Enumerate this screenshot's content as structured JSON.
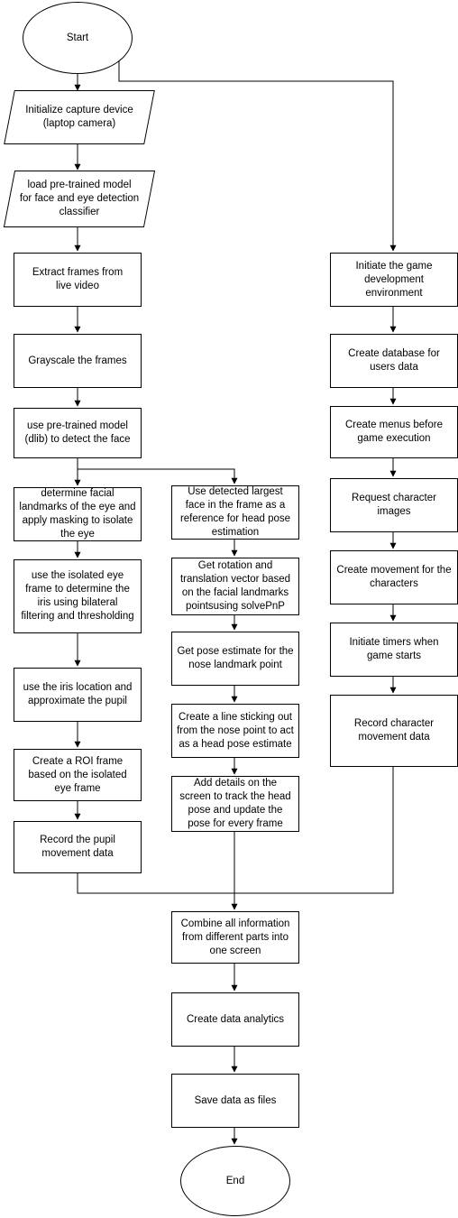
{
  "nodes": {
    "start": "Start",
    "init_capture": "Initialize capture device\n(laptop camera)",
    "load_model": "load pre-trained model\nfor face and eye detection\nclassifier",
    "extract_frames": "Extract frames from\nlive video",
    "grayscale": "Grayscale the frames",
    "detect_face": "use pre-trained model\n(dlib) to detect the face",
    "facial_landmarks": "determine facial\nlandmarks of the eye and\napply masking to isolate\nthe eye",
    "iris": "use the isolated eye\nframe to determine the\niris using bilateral\nfiltering and thresholding",
    "pupil": "use the iris location and\napproximate the pupil",
    "roi": "Create a ROI frame\nbased on the isolated\neye frame",
    "record_pupil": "Record the pupil\nmovement data",
    "largest_face": "Use detected largest\nface in the frame as a\nreference for head pose\nestimation",
    "rotation": "Get rotation and\ntranslation vector based\non the facial landmarks\npointsusing solvePnP",
    "pose_nose": "Get pose estimate for the\nnose landmark point",
    "line_nose": "Create a line sticking out\nfrom the nose point to act\nas a head pose estimate",
    "details": "Add details on the\nscreen to track the head\npose and update the\npose for every  frame",
    "game_env": "Initiate the game\ndevelopment\nenvironment",
    "database": "Create database for\nusers data",
    "menus": "Create menus before\ngame execution",
    "char_images": "Request character\nimages",
    "movement": "Create movement for the\ncharacters",
    "timers": "Initiate timers when\ngame starts",
    "record_char": "Record character\nmovement data",
    "combine": "Combine all information\nfrom different parts into\none screen",
    "analytics": "Create data analytics",
    "save": "Save data as files",
    "end": "End"
  }
}
